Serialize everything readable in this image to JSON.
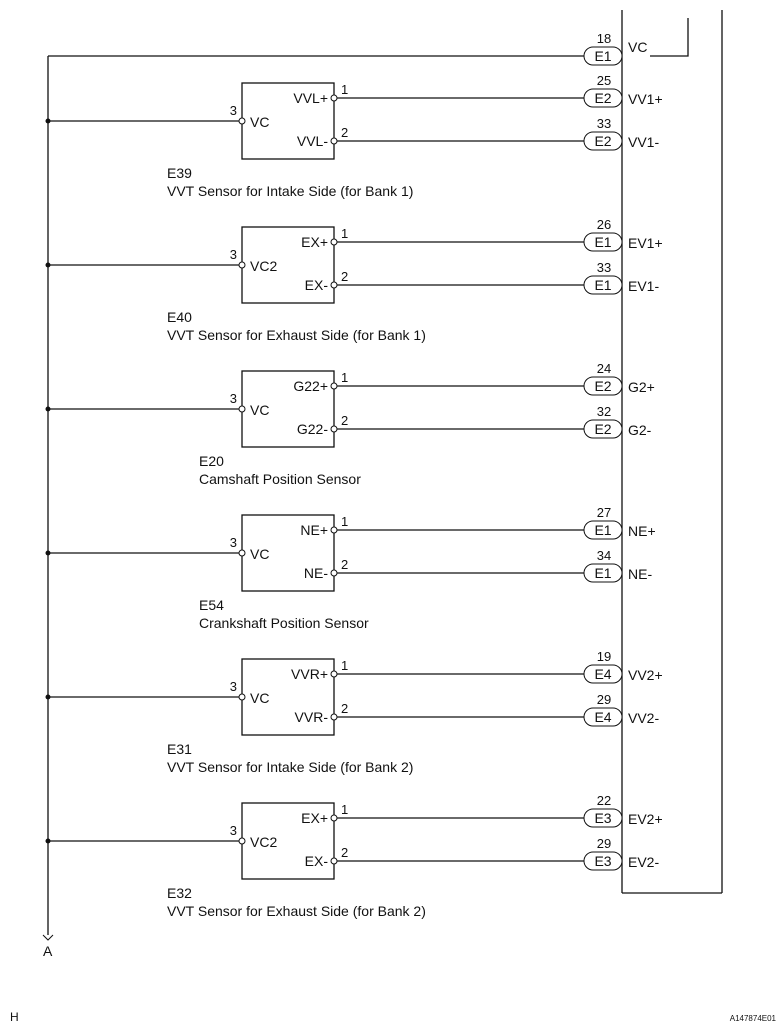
{
  "ecm": {
    "vc_pin": "18",
    "vc_connector": "E1",
    "vc_label": "VC"
  },
  "sensors": [
    {
      "code": "E39",
      "name": "VVT Sensor for Intake Side (for Bank 1)",
      "power_pin": "3",
      "power_label": "VC",
      "pins": [
        {
          "pin": "1",
          "label": "VVL+",
          "ecm_pin": "25",
          "connector": "E2",
          "ecm_label": "VV1+"
        },
        {
          "pin": "2",
          "label": "VVL-",
          "ecm_pin": "33",
          "connector": "E2",
          "ecm_label": "VV1-"
        }
      ]
    },
    {
      "code": "E40",
      "name": "VVT Sensor for Exhaust Side (for Bank 1)",
      "power_pin": "3",
      "power_label": "VC2",
      "pins": [
        {
          "pin": "1",
          "label": "EX+",
          "ecm_pin": "26",
          "connector": "E1",
          "ecm_label": "EV1+"
        },
        {
          "pin": "2",
          "label": "EX-",
          "ecm_pin": "33",
          "connector": "E1",
          "ecm_label": "EV1-"
        }
      ]
    },
    {
      "code": "E20",
      "name": "Camshaft Position Sensor",
      "power_pin": "3",
      "power_label": "VC",
      "pins": [
        {
          "pin": "1",
          "label": "G22+",
          "ecm_pin": "24",
          "connector": "E2",
          "ecm_label": "G2+"
        },
        {
          "pin": "2",
          "label": "G22-",
          "ecm_pin": "32",
          "connector": "E2",
          "ecm_label": "G2-"
        }
      ]
    },
    {
      "code": "E54",
      "name": "Crankshaft Position Sensor",
      "power_pin": "3",
      "power_label": "VC",
      "pins": [
        {
          "pin": "1",
          "label": "NE+",
          "ecm_pin": "27",
          "connector": "E1",
          "ecm_label": "NE+"
        },
        {
          "pin": "2",
          "label": "NE-",
          "ecm_pin": "34",
          "connector": "E1",
          "ecm_label": "NE-"
        }
      ]
    },
    {
      "code": "E31",
      "name": "VVT Sensor for Intake Side (for Bank 2)",
      "power_pin": "3",
      "power_label": "VC",
      "pins": [
        {
          "pin": "1",
          "label": "VVR+",
          "ecm_pin": "19",
          "connector": "E4",
          "ecm_label": "VV2+"
        },
        {
          "pin": "2",
          "label": "VVR-",
          "ecm_pin": "29",
          "connector": "E4",
          "ecm_label": "VV2-"
        }
      ]
    },
    {
      "code": "E32",
      "name": "VVT Sensor for Exhaust Side (for Bank 2)",
      "power_pin": "3",
      "power_label": "VC2",
      "pins": [
        {
          "pin": "1",
          "label": "EX+",
          "ecm_pin": "22",
          "connector": "E3",
          "ecm_label": "EV2+"
        },
        {
          "pin": "2",
          "label": "EX-",
          "ecm_pin": "29",
          "connector": "E3",
          "ecm_label": "EV2-"
        }
      ]
    }
  ],
  "bus_label": "A",
  "footer": {
    "left": "H",
    "right": "A147874E01"
  }
}
